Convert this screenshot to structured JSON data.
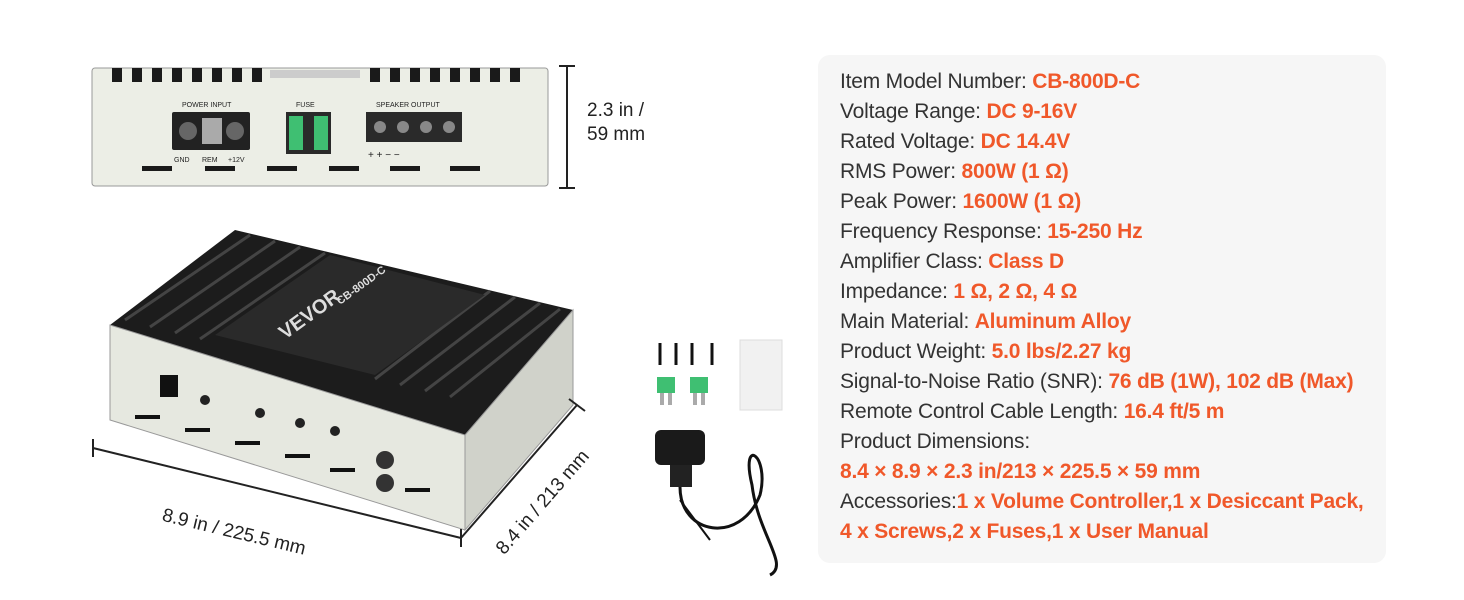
{
  "dimensions": {
    "height_label": "2.3 in /",
    "height_label_2": "59 mm",
    "width_label": "8.9 in / 225.5 mm",
    "depth_label": "8.4 in / 213 mm"
  },
  "product_markings": {
    "power_input": "POWER   INPUT",
    "fuse": "FUSE",
    "speaker_output": "SPEAKER   OUTPUT",
    "gnd": "GND",
    "rem": "REM",
    "plus12": "+12V",
    "polarity": "+    +    −    −",
    "brand": "VEVOR",
    "model": "CB-800D-C"
  },
  "specs": [
    {
      "label": "Item Model Number: ",
      "value": "CB-800D-C"
    },
    {
      "label": "Voltage Range: ",
      "value": "DC 9-16V"
    },
    {
      "label": "Rated Voltage: ",
      "value": "DC 14.4V"
    },
    {
      "label": "RMS Power: ",
      "value": "800W (1 Ω)"
    },
    {
      "label": "Peak Power: ",
      "value": "1600W (1 Ω)"
    },
    {
      "label": "Frequency Response: ",
      "value": "15-250 Hz"
    },
    {
      "label": "Amplifier Class: ",
      "value": "Class D"
    },
    {
      "label": "Impedance: ",
      "value": "1 Ω, 2 Ω, 4 Ω"
    },
    {
      "label": "Main Material: ",
      "value": "Aluminum Alloy"
    },
    {
      "label": "Product Weight: ",
      "value": "5.0 lbs/2.27 kg"
    },
    {
      "label": "Signal-to-Noise Ratio (SNR): ",
      "value": "76 dB (1W), 102 dB (Max)"
    },
    {
      "label": "Remote Control Cable Length: ",
      "value": "16.4 ft/5 m"
    },
    {
      "label": "Product Dimensions:",
      "value": ""
    },
    {
      "label": "",
      "value": "8.4 × 8.9 × 2.3 in/213 × 225.5 × 59 mm"
    },
    {
      "label": "Accessories:",
      "value": "1 x Volume Controller,1 x Desiccant Pack,"
    },
    {
      "label": "",
      "value": "4 x Screws,2 x Fuses,1 x User Manual"
    }
  ],
  "colors": {
    "accent": "#f0582a",
    "text": "#333333",
    "panel": "#f6f6f6"
  }
}
